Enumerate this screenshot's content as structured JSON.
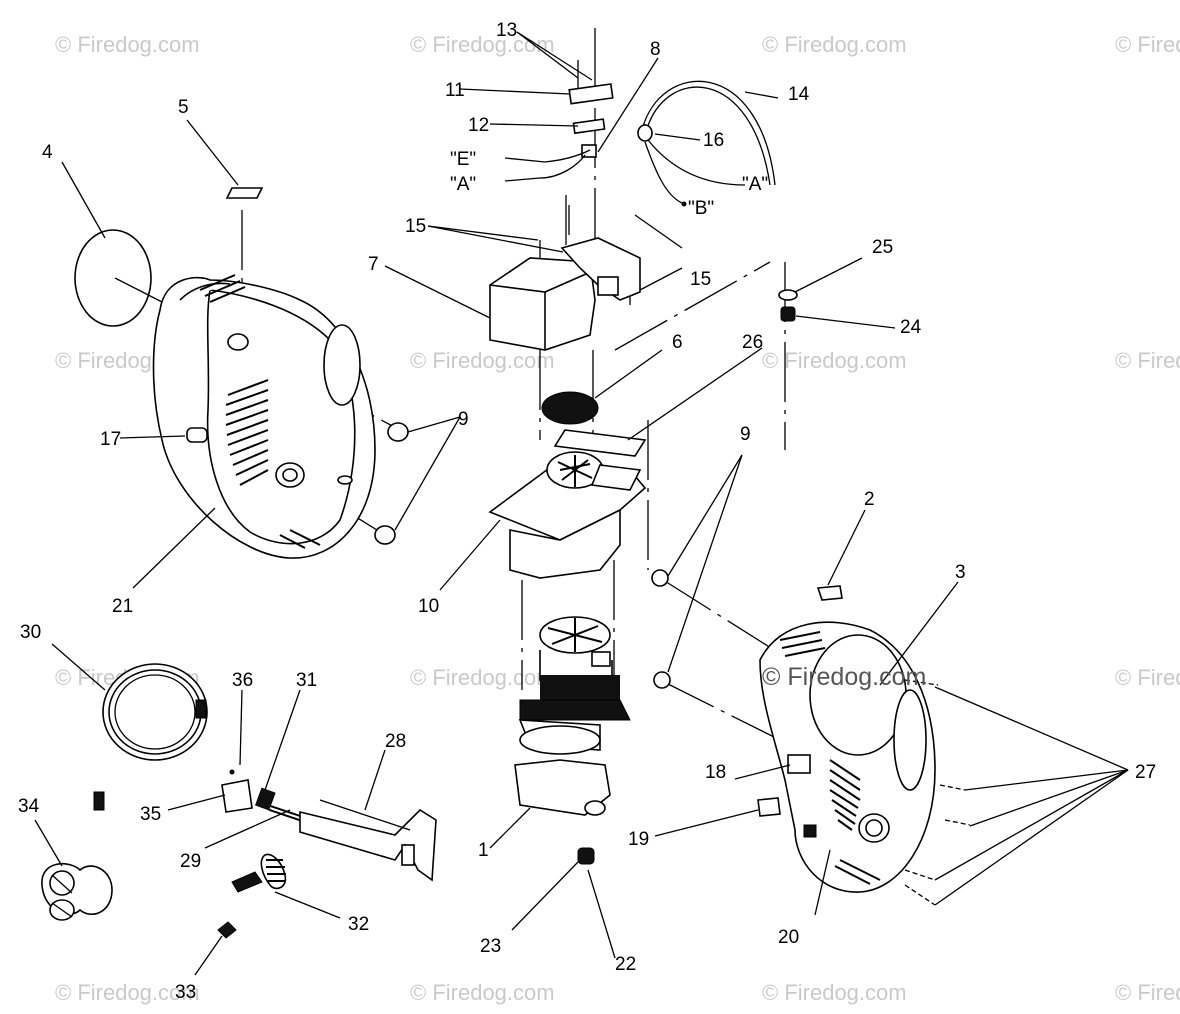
{
  "watermarks": {
    "text": "© Firedog.com",
    "overlay": "© Firedog.com"
  },
  "callouts": {
    "c1": "1",
    "c2": "2",
    "c3": "3",
    "c4": "4",
    "c5": "5",
    "c6": "6",
    "c7": "7",
    "c8": "8",
    "c9a": "9",
    "c9b": "9",
    "c10": "10",
    "c11": "11",
    "c12": "12",
    "c13": "13",
    "c14": "14",
    "c15a": "15",
    "c15b": "15",
    "c16": "16",
    "c17": "17",
    "c18": "18",
    "c19": "19",
    "c20": "20",
    "c21": "21",
    "c22": "22",
    "c23": "23",
    "c24": "24",
    "c25": "25",
    "c26": "26",
    "c27": "27",
    "c28": "28",
    "c29": "29",
    "c30": "30",
    "c31": "31",
    "c32": "32",
    "c33": "33",
    "c34": "34",
    "c35": "35",
    "c36": "36",
    "wireE": "\"E\"",
    "wireA1": "\"A\"",
    "wireA2": "\"A\"",
    "wireB": "\"B\""
  }
}
